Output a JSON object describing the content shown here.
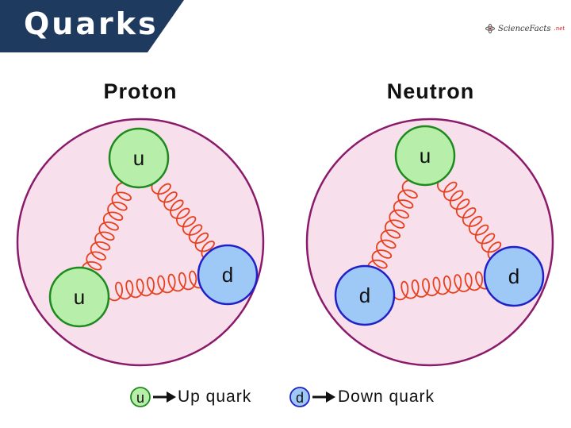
{
  "header": {
    "title": "Quarks"
  },
  "brand": {
    "name": "ScienceFacts",
    "suffix": ".net"
  },
  "colors": {
    "banner": "#1f3a5f",
    "nucleus_fill": "#f7dfec",
    "nucleus_stroke": "#8b1a6b",
    "up_fill": "#b6eeaa",
    "up_stroke": "#1e8a1e",
    "down_fill": "#9ec8f5",
    "down_stroke": "#2020c8",
    "gluon": "#e8401c"
  },
  "particles": [
    {
      "name": "Proton",
      "quarks": [
        "u",
        "u",
        "d"
      ]
    },
    {
      "name": "Neutron",
      "quarks": [
        "u",
        "d",
        "d"
      ]
    }
  ],
  "legend": [
    {
      "symbol": "u",
      "label": "Up quark",
      "icon": "arrow-right-icon"
    },
    {
      "symbol": "d",
      "label": "Down quark",
      "icon": "arrow-right-icon"
    }
  ]
}
